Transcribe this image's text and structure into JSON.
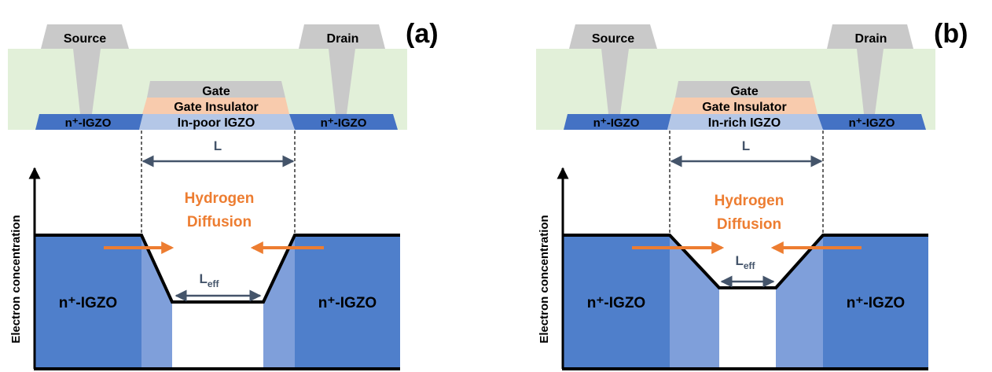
{
  "colors": {
    "oxide": "#e2f0d9",
    "metal": "#c9c9c9",
    "metal_stroke": "#a6a6a6",
    "gate_insulator": "#f8cbad",
    "channel": "#b4c7e7",
    "n_plus": "#4472c4",
    "n_plus_band": "#4f7fcb",
    "transition": "#7f9fda",
    "arrow_dark": "#44546a",
    "hydrogen": "#ed7d31"
  },
  "panels": [
    {
      "tag": "(a)",
      "source": "Source",
      "drain": "Drain",
      "gate": "Gate",
      "gate_insulator": "Gate Insulator",
      "channel": "In-poor IGZO",
      "n_left": "n⁺-IGZO",
      "n_right": "n⁺-IGZO",
      "L": "L",
      "Leff_main": "L",
      "Leff_sub": "eff",
      "hydrogen_line1": "Hydrogen",
      "hydrogen_line2": "Diffusion",
      "band_n_left": "n⁺-IGZO",
      "band_n_right": "n⁺-IGZO",
      "y_axis": "Electron concentration"
    },
    {
      "tag": "(b)",
      "source": "Source",
      "drain": "Drain",
      "gate": "Gate",
      "gate_insulator": "Gate Insulator",
      "channel": "In-rich IGZO",
      "n_left": "n⁺-IGZO",
      "n_right": "n⁺-IGZO",
      "L": "L",
      "Leff_main": "L",
      "Leff_sub": "eff",
      "hydrogen_line1": "Hydrogen",
      "hydrogen_line2": "Diffusion",
      "band_n_left": "n⁺-IGZO",
      "band_n_right": "n⁺-IGZO",
      "y_axis": "Electron concentration"
    }
  ]
}
